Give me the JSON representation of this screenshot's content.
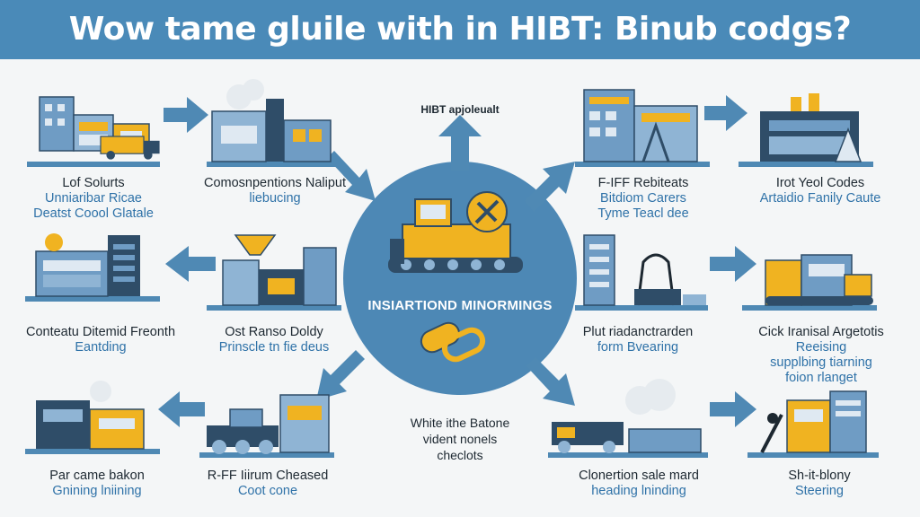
{
  "title": "Wow tame gluile with in HIBT: Binub codgs?",
  "center": {
    "label": "INSIARTIOND MINORMINGS",
    "top_note": "HIBT apjoleualt",
    "bottom_note": [
      "White ithe Batone",
      "vident nonels",
      "checlots"
    ]
  },
  "nodes": [
    {
      "id": "n1",
      "lines": [
        "Lof Solurts",
        "Unniaribar Ricae",
        "Deatst Coool Glatale"
      ]
    },
    {
      "id": "n2",
      "lines": [
        "Comosnpentions Naliput",
        "liebucing"
      ]
    },
    {
      "id": "n3",
      "lines": [
        "F-IFF Rebiteats",
        "Bitdiom Carers",
        "Tyme Teacl dee"
      ]
    },
    {
      "id": "n4",
      "lines": [
        "Irot Yeol Codes",
        "Artaidio Fanily Caute"
      ]
    },
    {
      "id": "n5",
      "lines": [
        "Conteatu Ditemid Freonth",
        "Eantding"
      ]
    },
    {
      "id": "n6",
      "lines": [
        "Ost Ranso Doldy",
        "Prinscle tn fie deus"
      ]
    },
    {
      "id": "n7",
      "lines": [
        "Plut riadanctrarden",
        "form Bvearing"
      ]
    },
    {
      "id": "n8",
      "lines": [
        "Cick Iranisal Argetotis",
        "Reeising",
        "supplbing tiarning",
        "foion rlanget"
      ]
    },
    {
      "id": "n9",
      "lines": [
        "Par came bakon",
        "Gnining lniining"
      ]
    },
    {
      "id": "n10",
      "lines": [
        "R-FF Iiirum Cheased",
        "Coot cone"
      ]
    },
    {
      "id": "n11",
      "lines": [
        "Clonertion sale mard",
        "heading lninding"
      ]
    },
    {
      "id": "n12",
      "lines": [
        "Sh-it-blony",
        "Steering"
      ]
    }
  ],
  "colors": {
    "banner": "#4a8ab8",
    "hub": "#4d88b5",
    "arrow": "#4f89b4",
    "accent": "#f0b321",
    "building": "#6f9cc4",
    "dark": "#2f4d68"
  }
}
